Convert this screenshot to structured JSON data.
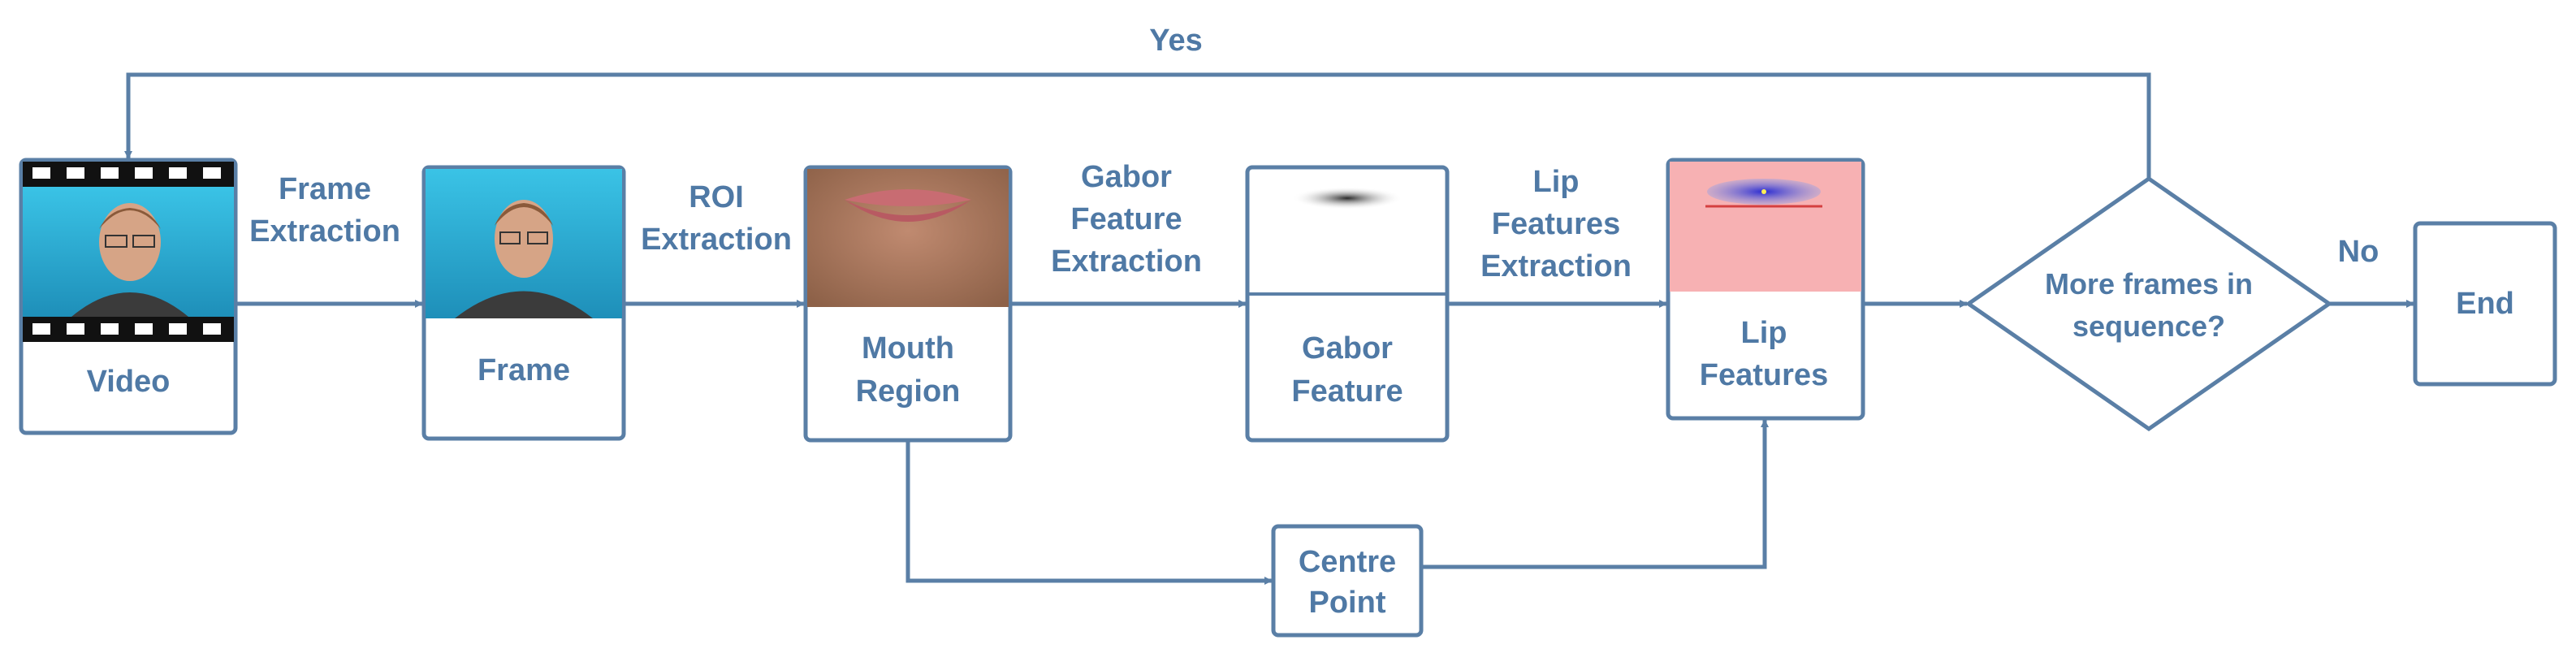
{
  "colors": {
    "stroke": "#5a7fa6",
    "text": "#4f79a5",
    "video_bg": "#2fb0d6",
    "lip_bg": "#f7b1b3",
    "mouth_bg": "#a6785c"
  },
  "nodes": {
    "video": "Video",
    "frame": "Frame",
    "mouth_line1": "Mouth",
    "mouth_line2": "Region",
    "gabor_line1": "Gabor",
    "gabor_line2": "Feature",
    "lip_line1": "Lip",
    "lip_line2": "Features",
    "centre_line1": "Centre",
    "centre_line2": "Point",
    "decision_line1": "More frames in",
    "decision_line2": "sequence?",
    "end": "End"
  },
  "edges": {
    "frame_extraction_1": "Frame",
    "frame_extraction_2": "Extraction",
    "roi_1": "ROI",
    "roi_2": "Extraction",
    "gabor_1": "Gabor",
    "gabor_2": "Feature",
    "gabor_3": "Extraction",
    "lip_1": "Lip",
    "lip_2": "Features",
    "lip_3": "Extraction",
    "yes": "Yes",
    "no": "No"
  },
  "icons": [
    "film-strip-icon",
    "face-photo-icon",
    "mouth-crop-icon",
    "gabor-blob-icon",
    "lip-contour-icon"
  ]
}
